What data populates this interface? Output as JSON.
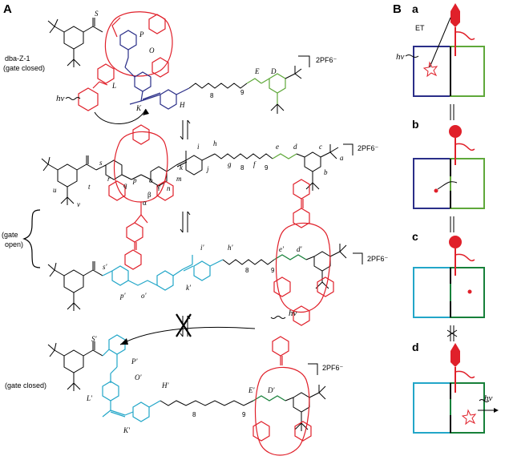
{
  "panels": {
    "A": "A",
    "B": "B"
  },
  "sidebar_labels": {
    "compound_name": "dba-Z-1",
    "gate_closed_1": "(gate closed)",
    "gate_open": "(gate",
    "gate_open_2": "open)",
    "gate_closed_2": "(gate closed)"
  },
  "counterion": "2PF6⁻",
  "hv": "hν",
  "chain_counts": {
    "c8": "8",
    "c9": "9"
  },
  "labels": {
    "row1": [
      "S",
      "P",
      "O",
      "L",
      "K",
      "H",
      "E",
      "D"
    ],
    "row2": [
      "s",
      "t",
      "u",
      "v",
      "r",
      "q",
      "p",
      "o",
      "n",
      "m",
      "k",
      "j",
      "i",
      "h",
      "g",
      "f",
      "e",
      "d",
      "c",
      "b",
      "a",
      "α",
      "β",
      "γ"
    ],
    "row3": [
      "s'",
      "p'",
      "o'",
      "k'",
      "i'",
      "h'",
      "e'",
      "d'"
    ],
    "row4": [
      "S'",
      "P'",
      "O'",
      "L'",
      "K'",
      "H'",
      "E'",
      "D'"
    ]
  },
  "panelB": {
    "sub": [
      "a",
      "b",
      "c",
      "d"
    ],
    "et_label": "ET"
  },
  "colors": {
    "ring": "#e0202a",
    "blue": "#2a2e88",
    "green": "#5fa83a",
    "cyan": "#22a6c8",
    "dark_green": "#17803a"
  }
}
